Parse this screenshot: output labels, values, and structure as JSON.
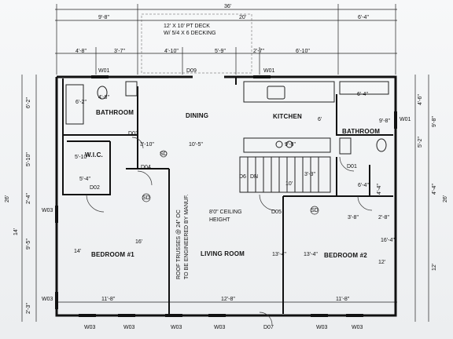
{
  "deck": {
    "line1": "12' X 10' PT DECK",
    "line2": "W/ 5/4 X 6 DECKING"
  },
  "rooms": {
    "bathroom1": "BATHROOM",
    "dining": "DINING",
    "kitchen": "KITCHEN",
    "bathroom2": "BATHROOM",
    "wic": "W.I.C.",
    "bedroom1": "BEDROOM #1",
    "living": "LIVING ROOM",
    "bedroom2": "BEDROOM #2"
  },
  "notes": {
    "ceiling1": "8'0\" CEILING",
    "ceiling2": "HEIGHT",
    "trusses1": "ROOF TRUSSES @ 24\" OC",
    "trusses2": "TO BE ENGINEERED BY MANUF.",
    "stairs": "DN"
  },
  "dims": {
    "top_overall": "36'",
    "top_a": "9'-8\"",
    "top_b": "20'",
    "top_c": "6'-4\"",
    "r2_a": "4'-8\"",
    "r2_b": "3'-7\"",
    "r2_c": "4'-10\"",
    "r2_d": "5'-9\"",
    "r2_e": "2'-7\"",
    "r2_f": "6'-10\"",
    "bath1_w": "4'-8\"",
    "bath1_h": "6'-2\"",
    "bath2_w": "6'-4\"",
    "bath2_h": "9'-8\"",
    "wic_h": "5'-10\"",
    "wic_w": "5'-4\"",
    "dining_h": "3'-10\"",
    "mid_w": "10'-5\"",
    "counter": "9'-8\"",
    "kitchen_h": "6'",
    "stair_w": "10'",
    "stair_h": "3'-3\"",
    "hall_h": "4'-4\"",
    "closet_w": "6'-4\"",
    "s1": "3'-8\"",
    "s2": "2'-8\"",
    "s3": "16'-4\"",
    "bed1_h": "14'",
    "bed1_h2": "16'",
    "living_h": "13'-4\"",
    "bed2_h": "13'-4\"",
    "right_12": "12'",
    "bot_a": "11'-8\"",
    "bot_b": "12'-8\"",
    "bot_c": "11'-8\"",
    "left_26": "26'",
    "left_62": "6'-2\"",
    "left_510": "5'-10\"",
    "left_24": "2'-4\"",
    "left_95": "9'-5\"",
    "left_14": "14'",
    "left_23": "2'-3\"",
    "right_26": "26'",
    "right_12b": "12'",
    "right_44": "4'-4\"",
    "right_52": "5'-2\"",
    "right_46": "4'-6\"",
    "right_98": "9'-8\""
  },
  "tags": {
    "w01_top": "W01",
    "d09": "D09",
    "w01_top2": "W01",
    "w01_right": "W01",
    "d03": "D03",
    "d04": "D04",
    "d02": "D02",
    "w03_left1": "W03",
    "w03_left2": "W03",
    "d01": "D01",
    "d06": "D6",
    "d05": "D05",
    "d07": "D07",
    "sd1": "SD",
    "sd2": "SD",
    "sd3": "SD",
    "w03_b1": "W03",
    "w03_b2": "W03",
    "w03_b3": "W03",
    "w03_b4": "W03",
    "w03_b5": "W03",
    "w03_b6": "W03"
  }
}
